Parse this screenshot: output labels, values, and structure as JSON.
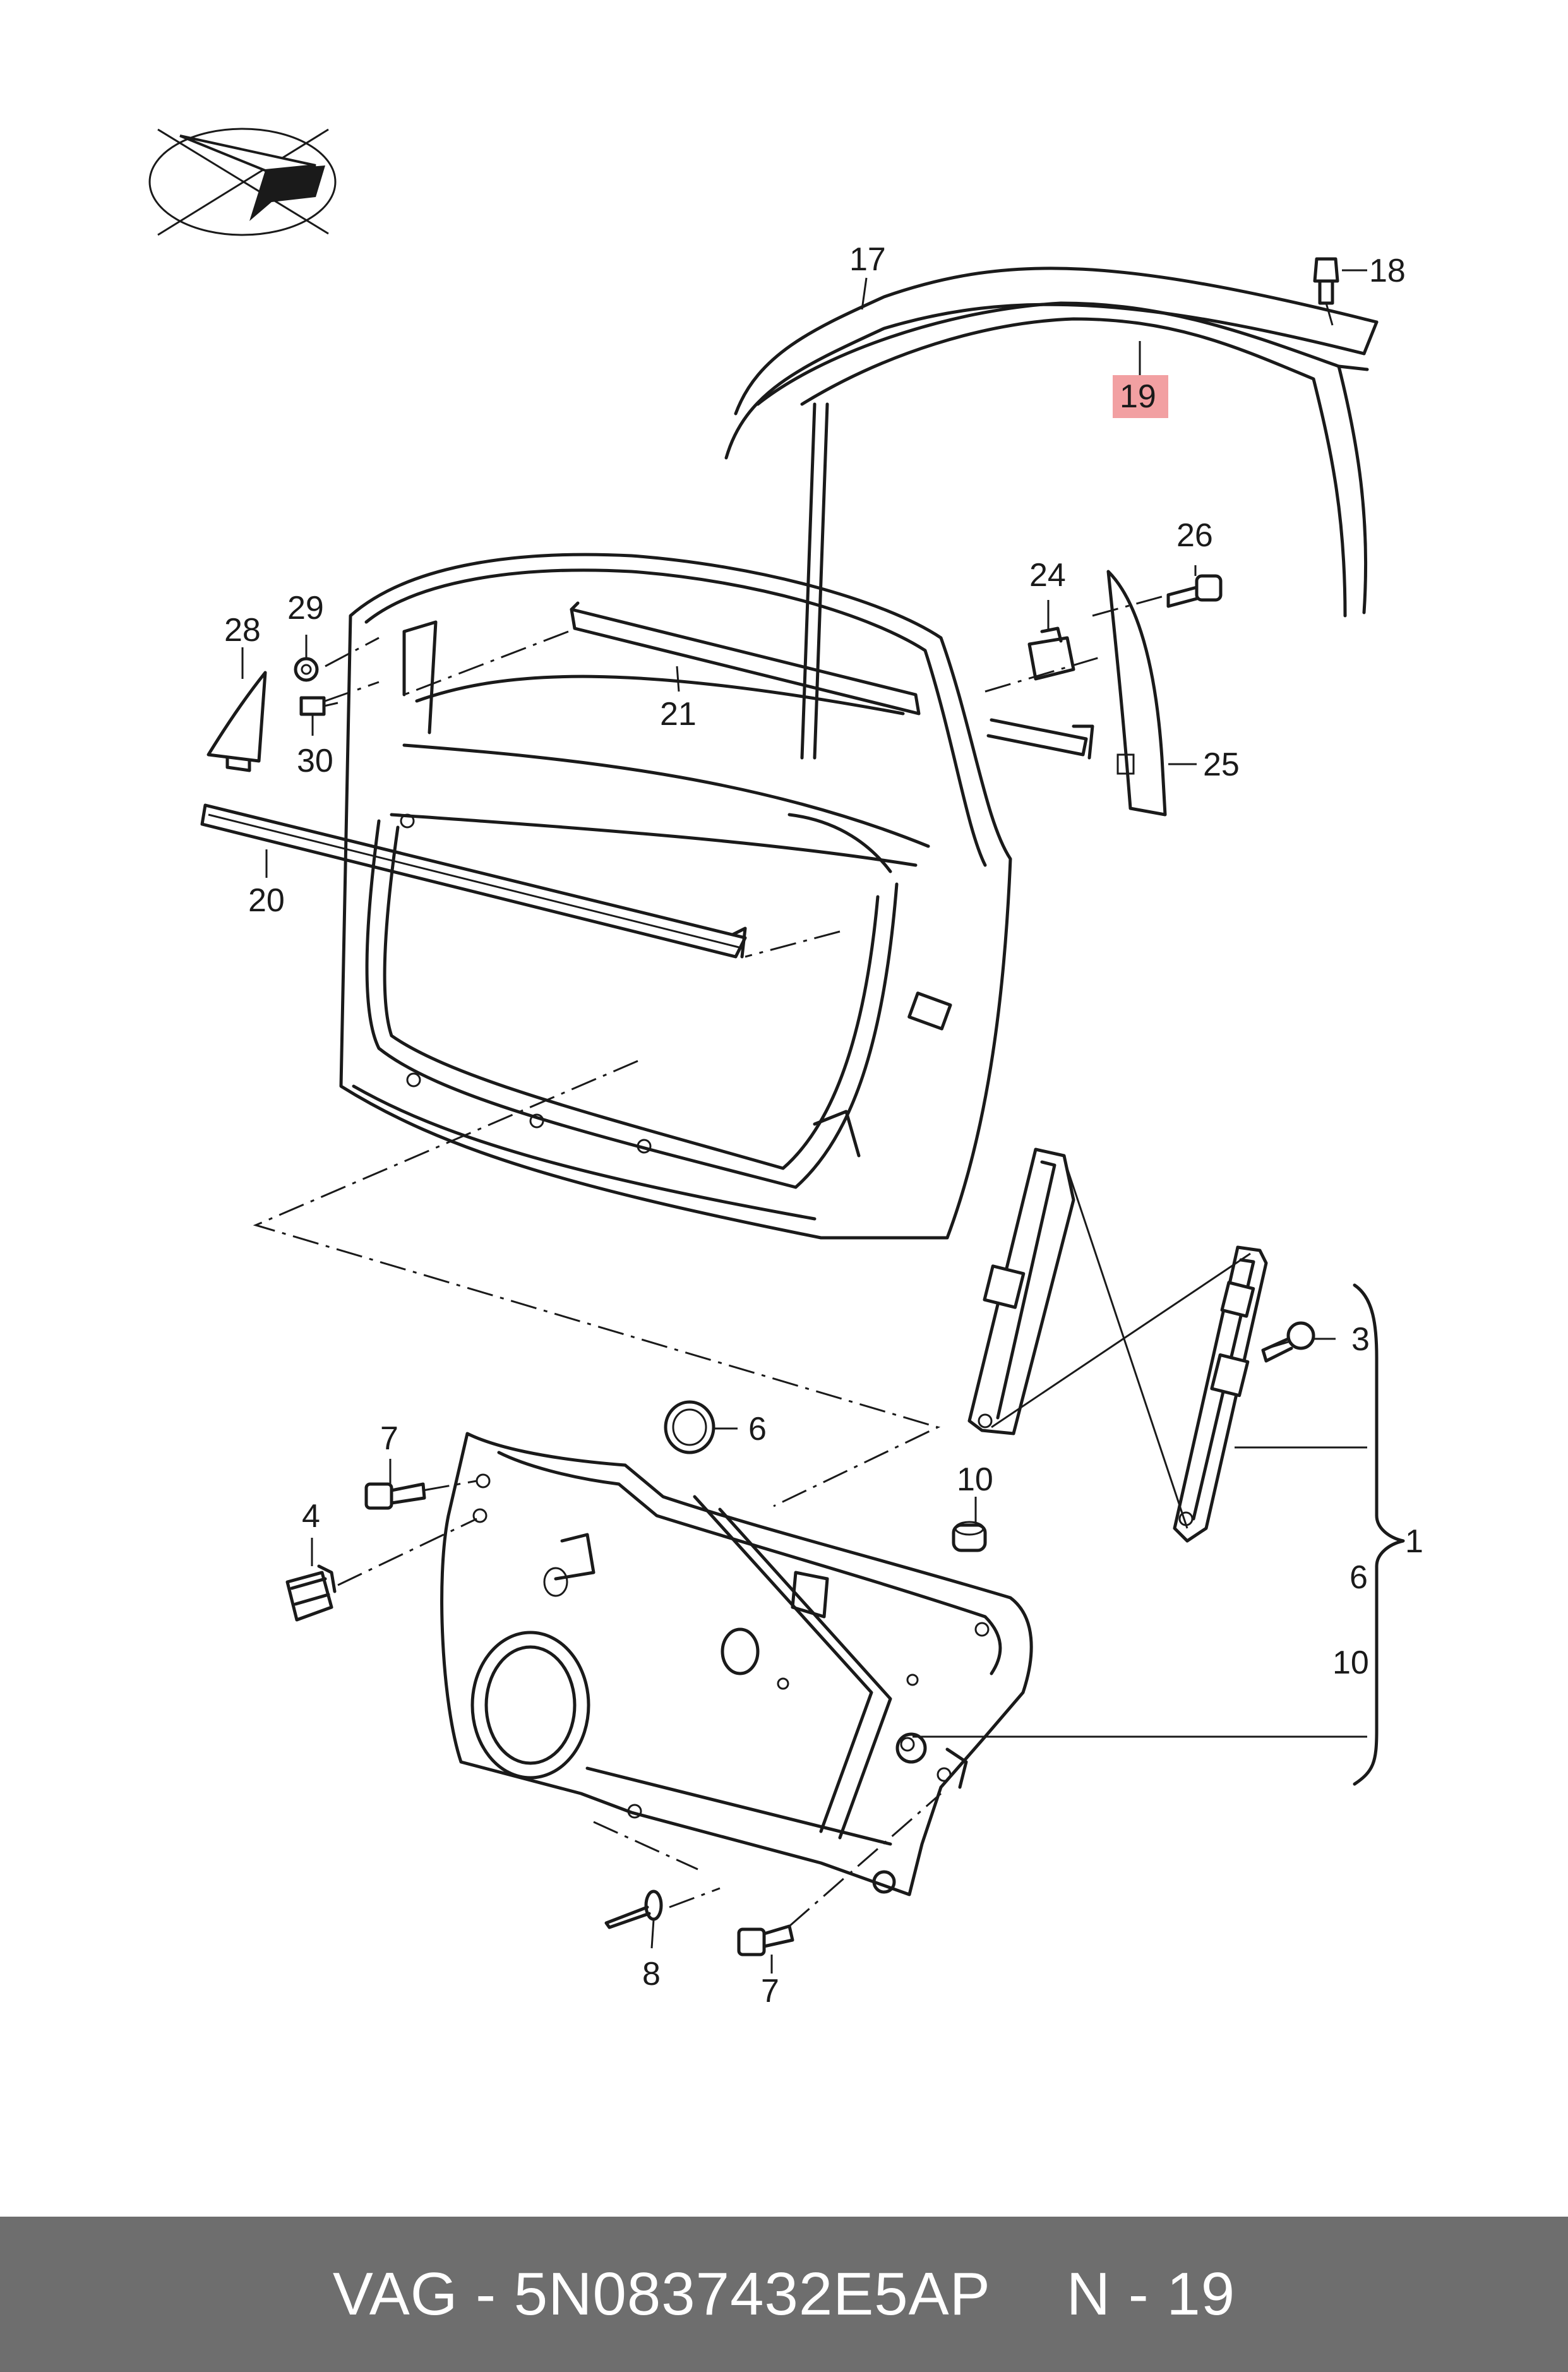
{
  "footer": {
    "part_number": "VAG - 5N0837432E5AP",
    "position": "N - 19"
  },
  "callouts": {
    "c1": "1",
    "c3": "3",
    "c4": "4",
    "c6a": "6",
    "c6b": "6",
    "c7a": "7",
    "c7b": "7",
    "c8": "8",
    "c10a": "10",
    "c10b": "10",
    "c17": "17",
    "c18": "18",
    "c19": "19",
    "c20": "20",
    "c21": "21",
    "c24": "24",
    "c25": "25",
    "c26": "26",
    "c28": "28",
    "c29": "29",
    "c30": "30"
  },
  "highlighted_callout": "19",
  "colors": {
    "highlight": "#f2a0a2",
    "footer_bg": "#6e6e6e",
    "line": "#1a1a1a"
  },
  "icons": {
    "logo": "paper-plane-logo-icon"
  }
}
